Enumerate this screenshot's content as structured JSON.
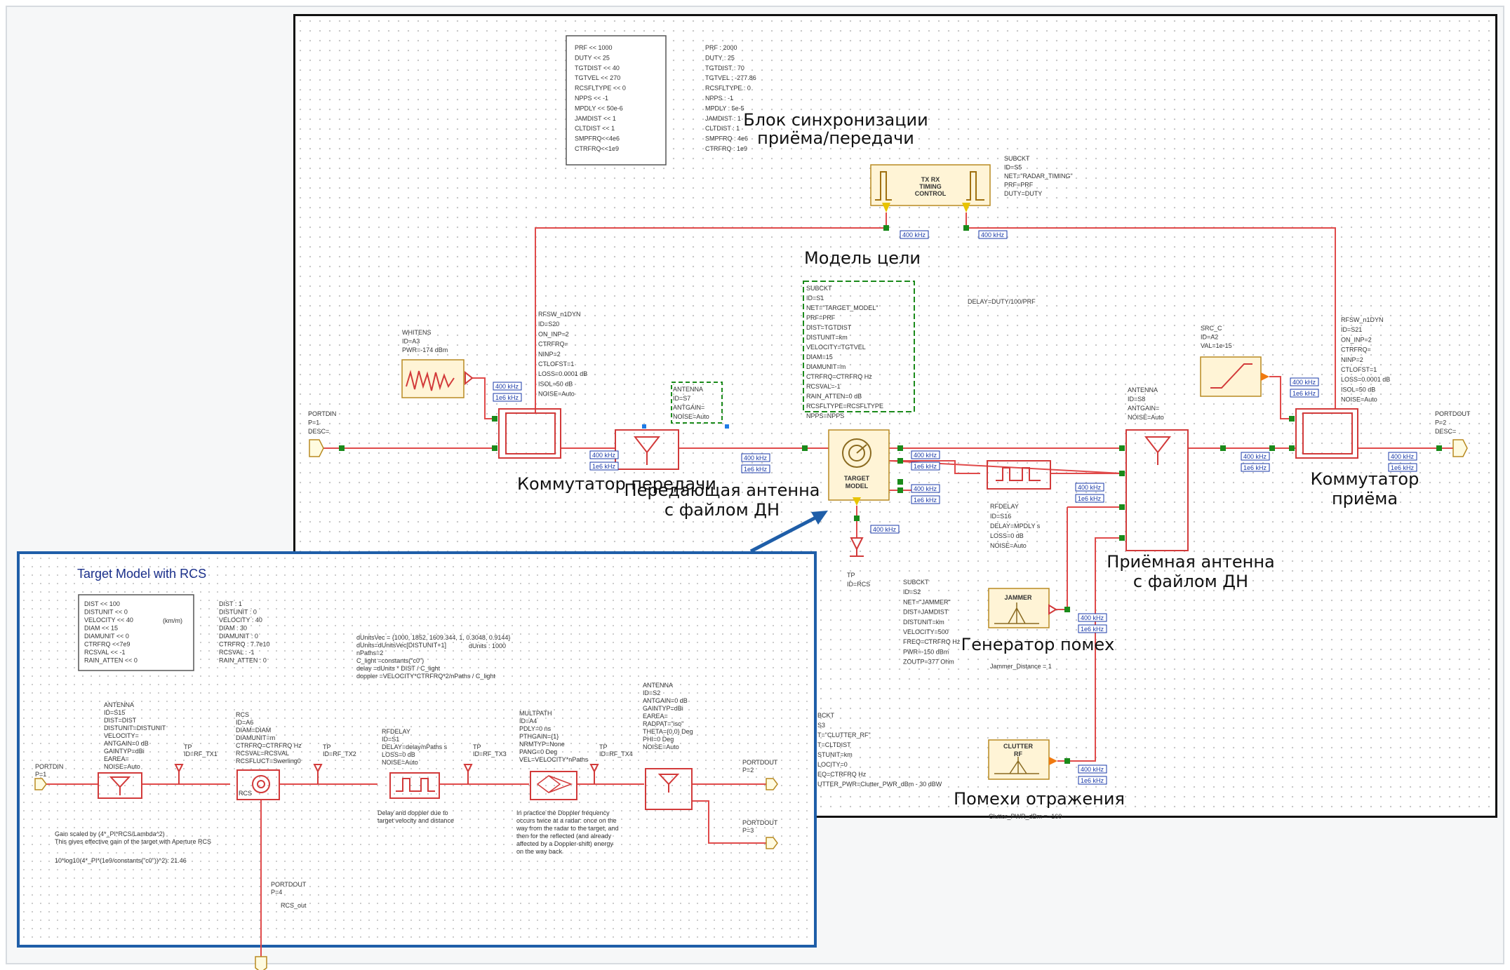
{
  "colors": {
    "wire": "#e04a4a",
    "block": "#d23a3a",
    "green": "#1a8a1a",
    "blue_frame": "#1f5ea8",
    "dark_blue_text": "#1a2f8a",
    "yellow": "#e8c400",
    "orange": "#f07a10"
  },
  "main": {
    "params_box": [
      "PRF << 1000",
      "DUTY << 25",
      "TGTDIST << 40",
      "TGTVEL << 270",
      "RCSFLTYPE << 0",
      "NPPS << -1",
      "MPDLY << 50e-6",
      "JAMDIST << 1",
      "CLTDIST << 1",
      "SMPFRQ<<4e6",
      "CTRFRQ<<1e9"
    ],
    "params_eval": [
      "PRF : 2000",
      "DUTY : 25",
      "TGTDIST : 70",
      "TGTVEL : -277.86",
      "RCSFLTYPE : 0",
      "NPPS : -1",
      "MPDLY : 5e-5",
      "JAMDIST : 1",
      "CLTDIST : 1",
      "SMPFRQ : 4e6",
      "CTRFRQ : 1e9"
    ],
    "timing_label": [
      "Блок синхронизации",
      "приёма/передачи"
    ],
    "timing_params": [
      "SUBCKT",
      "ID=S5",
      "NET=\"RADAR_TIMING\"",
      "PRF=PRF",
      "DUTY=DUTY"
    ],
    "timing_block_text": [
      "TX RX",
      "TIMING",
      "CONTROL"
    ],
    "target_label": "Модель цели",
    "target_params": [
      "SUBCKT",
      "ID=S1",
      "NET=\"TARGET_MODEL\"",
      "PRF=PRF",
      "DIST=TGTDIST",
      "DISTUNIT=km",
      "VELOCITY=TGTVEL",
      "DIAM=15",
      "DIAMUNIT=m",
      "CTRFRQ=CTRFRQ Hz",
      "RCSVAL=-1",
      "RAIN_ATTEN=0 dB",
      "RCSFLTYPE=RCSFLTYPE",
      "NPPS=NPPS"
    ],
    "target_block_text": [
      "TARGET",
      "MODEL"
    ],
    "delay_eq": "DELAY=DUTY/100/PRF",
    "whitens_params": [
      "WHITENS",
      "ID=A3",
      "PWR=-174 dBm"
    ],
    "rfsw_tx_params": [
      "RFSW_n1DYN",
      "ID=S20",
      "ON_INP=2",
      "CTRFRQ=",
      "NINP=2",
      "CTLOFST=1",
      "LOSS=0.0001 dB",
      "ISOL=50 dB",
      "NOISE=Auto"
    ],
    "antenna_tx_params": [
      "ANTENNA",
      "ID=S7",
      "ANTGAIN=",
      "NOISE=Auto"
    ],
    "portdin": [
      "PORTDIN",
      "P=1",
      "DESC="
    ],
    "tx_switch_label": "Коммутатор передачи",
    "tx_antenna_label": [
      "Передающая антенна",
      "с файлом ДН"
    ],
    "tp_rcs": [
      "TP",
      "ID=RCS"
    ],
    "rfdelay_params": [
      "RFDELAY",
      "ID=S16",
      "DELAY=MPDLY s",
      "LOSS=0 dB",
      "NOISE=Auto"
    ],
    "jammer_params": [
      "SUBCKT",
      "ID=S2",
      "NET=\"JAMMER\"",
      "DIST=JAMDIST",
      "DISTUNIT=km",
      "VELOCITY=500",
      "FREQ=CTRFRQ Hz",
      "PWR=-150 dBm",
      "ZOUTP=377 Ohm"
    ],
    "jammer_block_text": "JAMMER",
    "jammer_label": "Генератор помех",
    "jammer_note": "Jammer_Distance = 1",
    "clutter_params": [
      "BCKT",
      "S3",
      "T=\"CLUTTER_RF\"",
      "T=CLTDIST",
      "STUNIT=km",
      "LOCITY=0",
      "EQ=CTRFRQ Hz",
      "UTTER_PWR=Clutter_PWR_dBm - 30 dBW"
    ],
    "clutter_block_text": [
      "CLUTTER",
      "RF"
    ],
    "clutter_label": "Помехи отражения",
    "clutter_note": "Clutter_PWR_dBm = -160",
    "src_params": [
      "SRC_C",
      "ID=A2",
      "VAL=1e-15"
    ],
    "rfsw_rx_params": [
      "RFSW_n1DYN",
      "ID=S21",
      "ON_INP=2",
      "CTRFRQ=",
      "NINP=2",
      "CTLOFST=1",
      "LOSS=0.0001 dB",
      "ISOL=50 dB",
      "NOISE=Auto"
    ],
    "antenna_rx_params": [
      "ANTENNA",
      "ID=S8",
      "ANTGAIN=",
      "NOISE=Auto"
    ],
    "portdout": [
      "PORTDOUT",
      "P=2",
      "DESC="
    ],
    "rx_switch_label": [
      "Коммутатор",
      "приёма"
    ],
    "rx_antenna_label": [
      "Приёмная антенна",
      "с файлом ДН"
    ],
    "tag_fs": "400 kHz",
    "tag_fc": "1e6 kHz"
  },
  "sub": {
    "title": "Target Model with RCS",
    "params_box": [
      "DIST << 100",
      "DISTUNIT << 0",
      "VELOCITY << 40",
      "DIAM << 15",
      "DIAMUNIT << 0",
      "CTRFRQ <<7e9",
      "RCSVAL << -1",
      "RAIN_ATTEN << 0"
    ],
    "unit_note": "(km/m)",
    "params_eval": [
      "DIST : 1",
      "DISTUNIT : 0",
      "VELOCITY : 40",
      "DIAM : 30",
      "DIAMUNIT : 0",
      "CTRFRQ : 7.7e10",
      "RCSVAL : -1",
      "RAIN_ATTEN : 0"
    ],
    "equations": [
      "dUnitsVec = {1000, 1852, 1609.344, 1, 0.3048, 0.9144}",
      "dUnits=dUnitsVec[DISTUNIT+1]",
      "nPaths=2",
      "C_light =constants(\"c0\")",
      "delay =dUnits * DIST / C_light",
      "doppler =VELOCITY*CTRFRQ*2/nPaths / C_light"
    ],
    "dunits_eval": "dUnits : 1000",
    "portdin": [
      "PORTDIN",
      "P=1"
    ],
    "antenna1_params": [
      "ANTENNA",
      "ID=S15",
      "DIST=DIST",
      "DISTUNIT=DISTUNIT",
      "VELOCITY=",
      "ANTGAIN=0 dB",
      "GAINTYP=dBi",
      "EAREA=",
      "NOISE=Auto"
    ],
    "tp1": [
      "TP",
      "ID=RF_TX1"
    ],
    "rcs_params": [
      "RCS",
      "ID=A6",
      "DIAM=DIAM",
      "DIAMUNIT=m",
      "CTRFRQ=CTRFRQ Hz",
      "RCSVAL=RCSVAL",
      "RCSFLUCT=Swerling0"
    ],
    "rcs_block_text": "RCS",
    "tp2": [
      "TP",
      "ID=RF_TX2"
    ],
    "rfdelay_params": [
      "RFDELAY",
      "ID=S1",
      "DELAY=delay/nPaths s",
      "LOSS=0 dB",
      "NOISE=Auto"
    ],
    "tp3": [
      "TP",
      "ID=RF_TX3"
    ],
    "multipath_params": [
      "MULTPATH",
      "ID=A4",
      "PDLY=0 ns",
      "PTHGAIN={1}",
      "NRMTYP=None",
      "PANG=0 Deg",
      "VEL=VELOCITY*nPaths"
    ],
    "tp4": [
      "TP",
      "ID=RF_TX4"
    ],
    "antenna2_params": [
      "ANTENNA",
      "ID=S2",
      "ANTGAIN=0 dB",
      "GAINTYP=dBi",
      "EAREA=",
      "RADPAT=\"iso\"",
      "THETA={0,0} Deg",
      "PHI=0 Deg",
      "NOISE=Auto"
    ],
    "portdout2": [
      "PORTDOUT",
      "P=2"
    ],
    "portdout3": [
      "PORTDOUT",
      "P=3"
    ],
    "portdout4": [
      "PORTDOUT",
      "P=4"
    ],
    "rcs_out": "RCS_out",
    "delay_note": [
      "Delay and doppler due to",
      "target velocity and distance"
    ],
    "doppler_note": [
      "In practice the Doppler frequency",
      "occurs twice at a radar: once on the",
      "way from the radar to the target, and",
      "then for the reflected (and already",
      "affected by a Doppler-shift) energy",
      "on the way back"
    ],
    "gain_note": [
      "Gain scaled by (4*_PI*RCS/Lambda^2)",
      "This gives effective gain of the target with Aperture RCS"
    ],
    "eq_gain": "10*log10(4*_PI*(1e9/constants(\"c0\"))^2): 21.46"
  }
}
